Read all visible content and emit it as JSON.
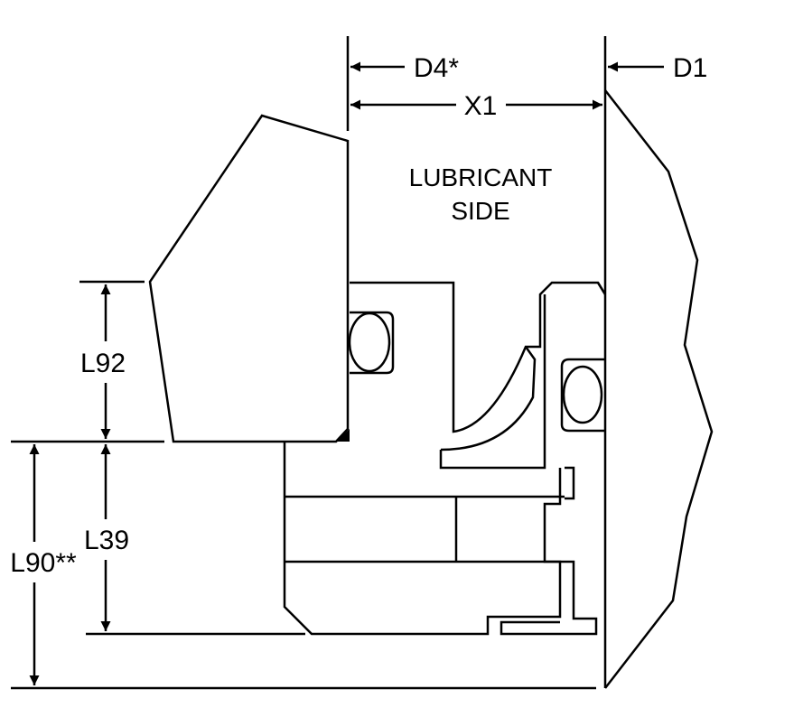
{
  "labels": {
    "d4": "D4*",
    "d1": "D1",
    "x1": "X1",
    "lubricant_line1": "LUBRICANT",
    "lubricant_line2": "SIDE",
    "l92": "L92",
    "l39": "L39",
    "l90": "L90**"
  }
}
